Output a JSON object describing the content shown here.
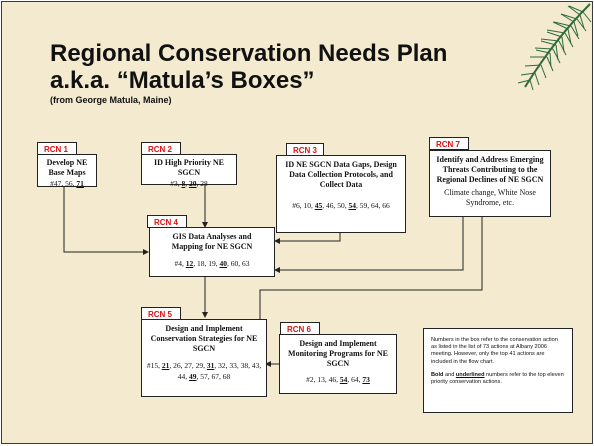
{
  "slide": {
    "title_line1": "Regional Conservation Needs Plan",
    "title_line2": "a.k.a. “Matula’s Boxes”",
    "subtitle": "(from George Matula, Maine)"
  },
  "rcn1": {
    "tag": "RCN 1",
    "title": "Develop NE Base Maps",
    "nums_a": "#47, 56, ",
    "nums_b": "71"
  },
  "rcn2": {
    "tag": "RCN 2",
    "title": "ID High Priority NE SGCN",
    "nums_a": "#3, ",
    "nums_b": "8",
    "nums_c": ", ",
    "nums_d": "20",
    "nums_e": ", 28"
  },
  "rcn3": {
    "tag": "RCN 3",
    "title": "ID NE SGCN Data Gaps, Design Data Collection Protocols, and Collect Data",
    "nums_a": "#6, 10, ",
    "nums_b": "45",
    "nums_c": ", 46, 50, ",
    "nums_d": "54",
    "nums_e": ", 59, 64, 66"
  },
  "rcn4": {
    "tag": "RCN 4",
    "title": "GIS Data Analyses and Mapping for NE SGCN",
    "nums_a": "#4, ",
    "nums_b": "12",
    "nums_c": ", 18, 19, ",
    "nums_d": "40",
    "nums_e": ", 60, 63"
  },
  "rcn5": {
    "tag": "RCN 5",
    "title": "Design and Implement Conservation Strategies for NE SGCN",
    "nums_a": "#15, ",
    "nums_b": "21",
    "nums_c": ", 26, 27, 29, ",
    "nums_d": "31",
    "nums_e": ", 32, 33, 38, 43, 44, ",
    "nums_f": "49",
    "nums_g": ", 57, 67, 68"
  },
  "rcn6": {
    "tag": "RCN 6",
    "title": "Design and Implement Monitoring Programs for NE SGCN",
    "nums_a": "#2, 13, 46, ",
    "nums_b": "54",
    "nums_c": ", 64, ",
    "nums_d": "73"
  },
  "rcn7": {
    "tag": "RCN 7",
    "title": "Identify and Address Emerging Threats Contributing to the Regional Declines of NE SGCN",
    "desc": "Climate change, White Nose Syndrome, etc."
  },
  "note": {
    "p1": "Numbers in the box refer to the conservation action as listed in the list of 73 actions at Albany 2006 meeting. However, only the top 41 actions are included in the flow chart.",
    "p2_bold": "Bold",
    "p2_mid": " and ",
    "p2_underlined": "underlined",
    "p2_end": " numbers refer to the top eleven priority conservation actions."
  },
  "colors": {
    "background": "#f3ead0",
    "tag_text": "#e01010",
    "branch": "#2f6b3b"
  }
}
